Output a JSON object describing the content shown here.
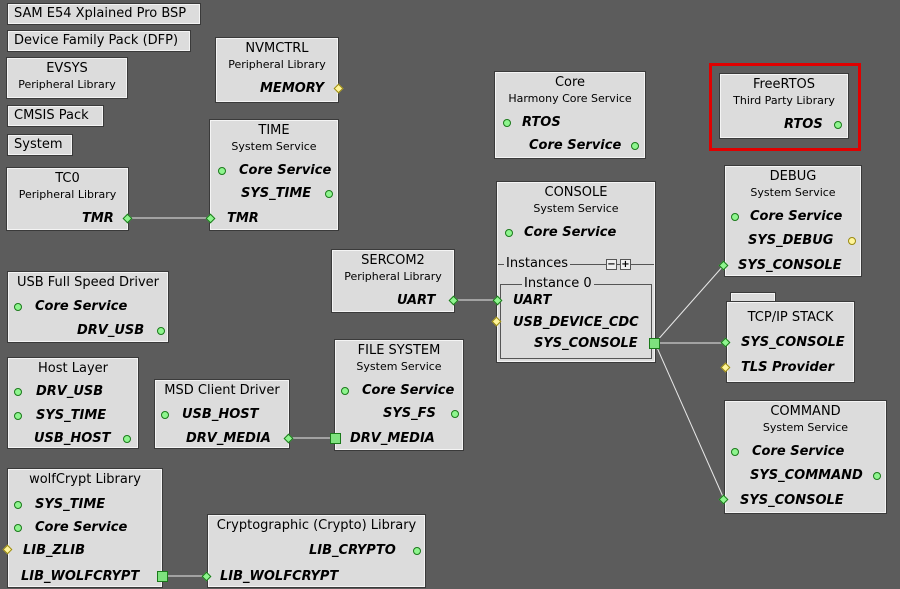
{
  "simple_items": [
    {
      "id": "sam-e54-bsp",
      "label": "SAM E54 Xplained Pro BSP"
    },
    {
      "id": "dfp",
      "label": "Device Family Pack (DFP)"
    },
    {
      "id": "cmsis",
      "label": "CMSIS Pack"
    },
    {
      "id": "system",
      "label": "System"
    }
  ],
  "components": {
    "evsys": {
      "title": "EVSYS",
      "subtitle": "Peripheral Library"
    },
    "nvmctrl": {
      "title": "NVMCTRL",
      "subtitle": "Peripheral Library",
      "ports": [
        "MEMORY"
      ]
    },
    "time": {
      "title": "TIME",
      "subtitle": "System Service",
      "ports": [
        "Core Service",
        "SYS_TIME",
        "TMR"
      ]
    },
    "tc0": {
      "title": "TC0",
      "subtitle": "Peripheral Library",
      "ports": [
        "TMR"
      ]
    },
    "core": {
      "title": "Core",
      "subtitle": "Harmony Core Service",
      "ports": [
        "RTOS",
        "Core Service"
      ]
    },
    "freertos": {
      "title": "FreeRTOS",
      "subtitle": "Third Party Library",
      "ports": [
        "RTOS"
      ]
    },
    "console": {
      "title": "CONSOLE",
      "subtitle": "System Service",
      "ports": [
        "Core Service",
        "UART",
        "USB_DEVICE_CDC",
        "SYS_CONSOLE"
      ],
      "instances_label": "Instances",
      "instance0_label": "Instance 0",
      "minus": "−",
      "plus": "+"
    },
    "debug": {
      "title": "DEBUG",
      "subtitle": "System Service",
      "ports": [
        "Core Service",
        "SYS_DEBUG",
        "SYS_CONSOLE"
      ]
    },
    "sercom2": {
      "title": "SERCOM2",
      "subtitle": "Peripheral Library",
      "ports": [
        "UART"
      ]
    },
    "tcpip": {
      "title": "TCP/IP STACK",
      "ports": [
        "SYS_CONSOLE",
        "TLS Provider"
      ]
    },
    "usbfs": {
      "title": "USB Full Speed Driver",
      "ports": [
        "Core Service",
        "DRV_USB"
      ]
    },
    "host": {
      "title": "Host Layer",
      "ports": [
        "DRV_USB",
        "SYS_TIME",
        "USB_HOST"
      ]
    },
    "msd": {
      "title": "MSD Client Driver",
      "ports": [
        "USB_HOST",
        "DRV_MEDIA"
      ]
    },
    "filesystem": {
      "title": "FILE SYSTEM",
      "subtitle": "System Service",
      "ports": [
        "Core Service",
        "SYS_FS",
        "DRV_MEDIA"
      ]
    },
    "command": {
      "title": "COMMAND",
      "subtitle": "System Service",
      "ports": [
        "Core Service",
        "SYS_COMMAND",
        "SYS_CONSOLE"
      ]
    },
    "wolfcrypt": {
      "title": "wolfCrypt Library",
      "ports": [
        "SYS_TIME",
        "Core Service",
        "LIB_ZLIB",
        "LIB_WOLFCRYPT"
      ]
    },
    "crypto": {
      "title": "Cryptographic (Crypto) Library",
      "ports": [
        "LIB_CRYPTO",
        "LIB_WOLFCRYPT"
      ]
    }
  },
  "colors": {
    "canvas": "#5c5c5c",
    "box": "#dcdcdc",
    "highlight": "#e00000",
    "port_green": "#8ef58e",
    "port_yellow": "#fff59a"
  }
}
